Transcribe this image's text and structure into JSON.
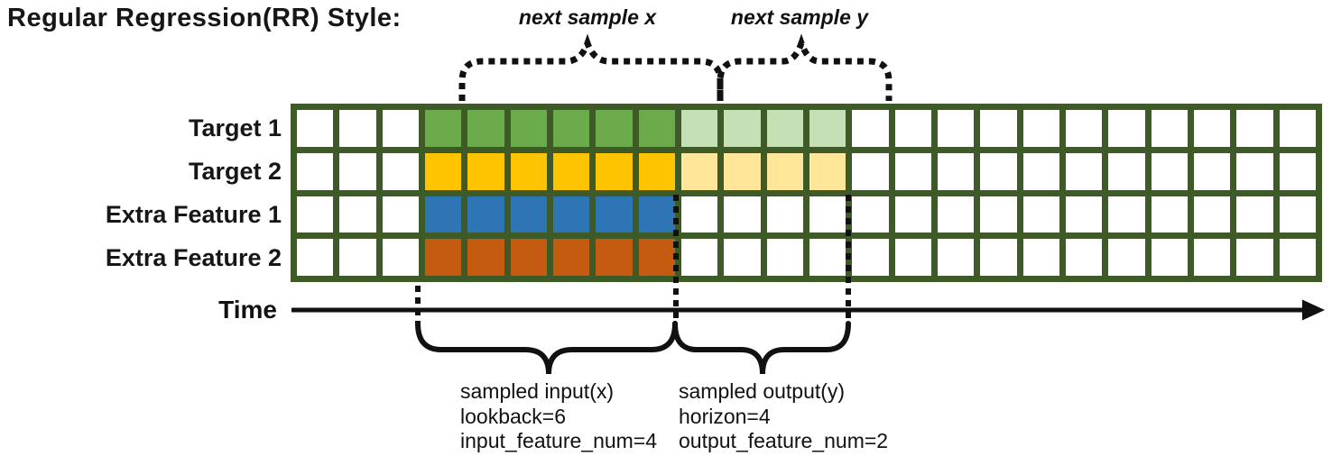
{
  "title": "Regular Regression(RR) Style:",
  "colors": {
    "grid_border": "#3E5A26",
    "line": "#111111",
    "target1": "#6BAB4B",
    "target1_light": "#C5E0B4",
    "target2": "#FFC400",
    "target2_light": "#FFE699",
    "extra_feature1": "#2E75B6",
    "extra_feature2": "#C55A11"
  },
  "grid": {
    "total_columns": 24,
    "input_columns": {
      "start": 4,
      "end": 9
    },
    "output_columns": {
      "start": 10,
      "end": 13
    },
    "rows": [
      {
        "label": "Target 1",
        "color": "#6BAB4B",
        "light_color": "#C5E0B4"
      },
      {
        "label": "Target 2",
        "color": "#FFC400",
        "light_color": "#FFE699"
      },
      {
        "label": "Extra Feature 1",
        "color": "#2E75B6",
        "light_color": null
      },
      {
        "label": "Extra Feature 2",
        "color": "#C55A11",
        "light_color": null
      }
    ]
  },
  "annotations": {
    "next_sample_x": "next sample x",
    "next_sample_y": "next sample y",
    "time_label": "Time",
    "input_lines": [
      "sampled input(x)",
      "lookback=6",
      "input_feature_num=4"
    ],
    "output_lines": [
      "sampled output(y)",
      "horizon=4",
      "output_feature_num=2"
    ]
  }
}
